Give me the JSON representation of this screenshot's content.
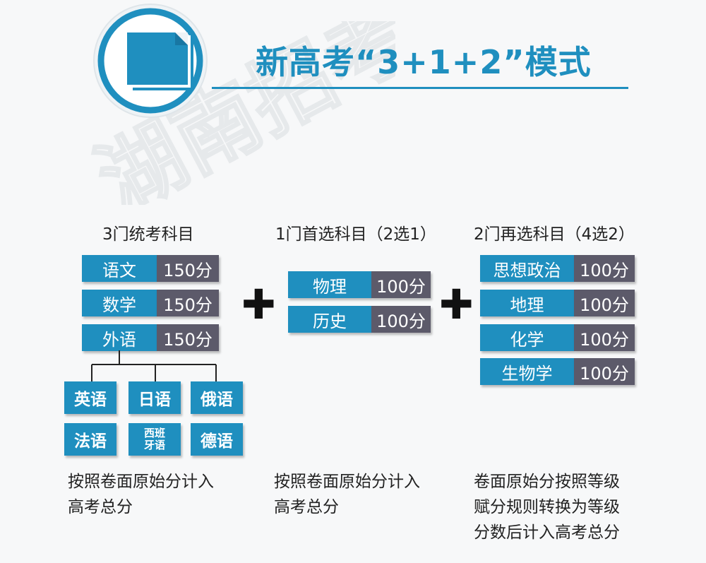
{
  "header": {
    "title": "新高考“3+1+2”模式",
    "watermark": "湖南招考"
  },
  "columns": {
    "compulsory": {
      "heading": "3门统考科目",
      "subjects": [
        {
          "name": "语文",
          "score": "150分"
        },
        {
          "name": "数学",
          "score": "150分"
        },
        {
          "name": "外语",
          "score": "150分"
        }
      ],
      "languages": [
        "英语",
        "日语",
        "俄语",
        "法语",
        "西班",
        "牙语",
        "德语"
      ],
      "note_line1": "按照卷面原始分计入",
      "note_line2": "高考总分"
    },
    "first_choice": {
      "heading": "1门首选科目（2选1）",
      "subjects": [
        {
          "name": "物理",
          "score": "100分"
        },
        {
          "name": "历史",
          "score": "100分"
        }
      ],
      "note_line1": "按照卷面原始分计入",
      "note_line2": "高考总分"
    },
    "second_choice": {
      "heading": "2门再选科目（4选2）",
      "subjects": [
        {
          "name": "思想政治",
          "score": "100分"
        },
        {
          "name": "地理",
          "score": "100分"
        },
        {
          "name": "化学",
          "score": "100分"
        },
        {
          "name": "生物学",
          "score": "100分"
        }
      ],
      "note_line1": "卷面原始分按照等级",
      "note_line2": "赋分规则转换为等级",
      "note_line3": "分数后计入高考总分"
    }
  },
  "symbols": {
    "plus": "✚"
  },
  "colors": {
    "accent": "#1f8fbf",
    "score_bg": "#5c5a6a"
  }
}
